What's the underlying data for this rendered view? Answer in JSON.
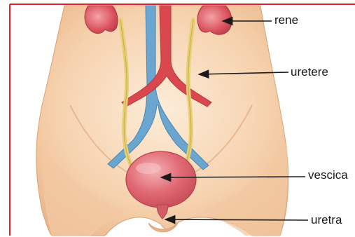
{
  "labels": {
    "rene": "rene",
    "uretere": "uretere",
    "vescica": "vescica",
    "uretra": "uretra"
  },
  "colors": {
    "frame_border": "#e11f26",
    "skin_light": "#fbe0c2",
    "skin_mid": "#f3c49b",
    "skin_shadow": "#e2a37a",
    "kidney": "#e0606a",
    "artery": "#d9484e",
    "vein": "#6aa6cf",
    "ureter": "#e7cf73",
    "bladder": "#e37a82",
    "arrow": "#1a1a1a"
  }
}
